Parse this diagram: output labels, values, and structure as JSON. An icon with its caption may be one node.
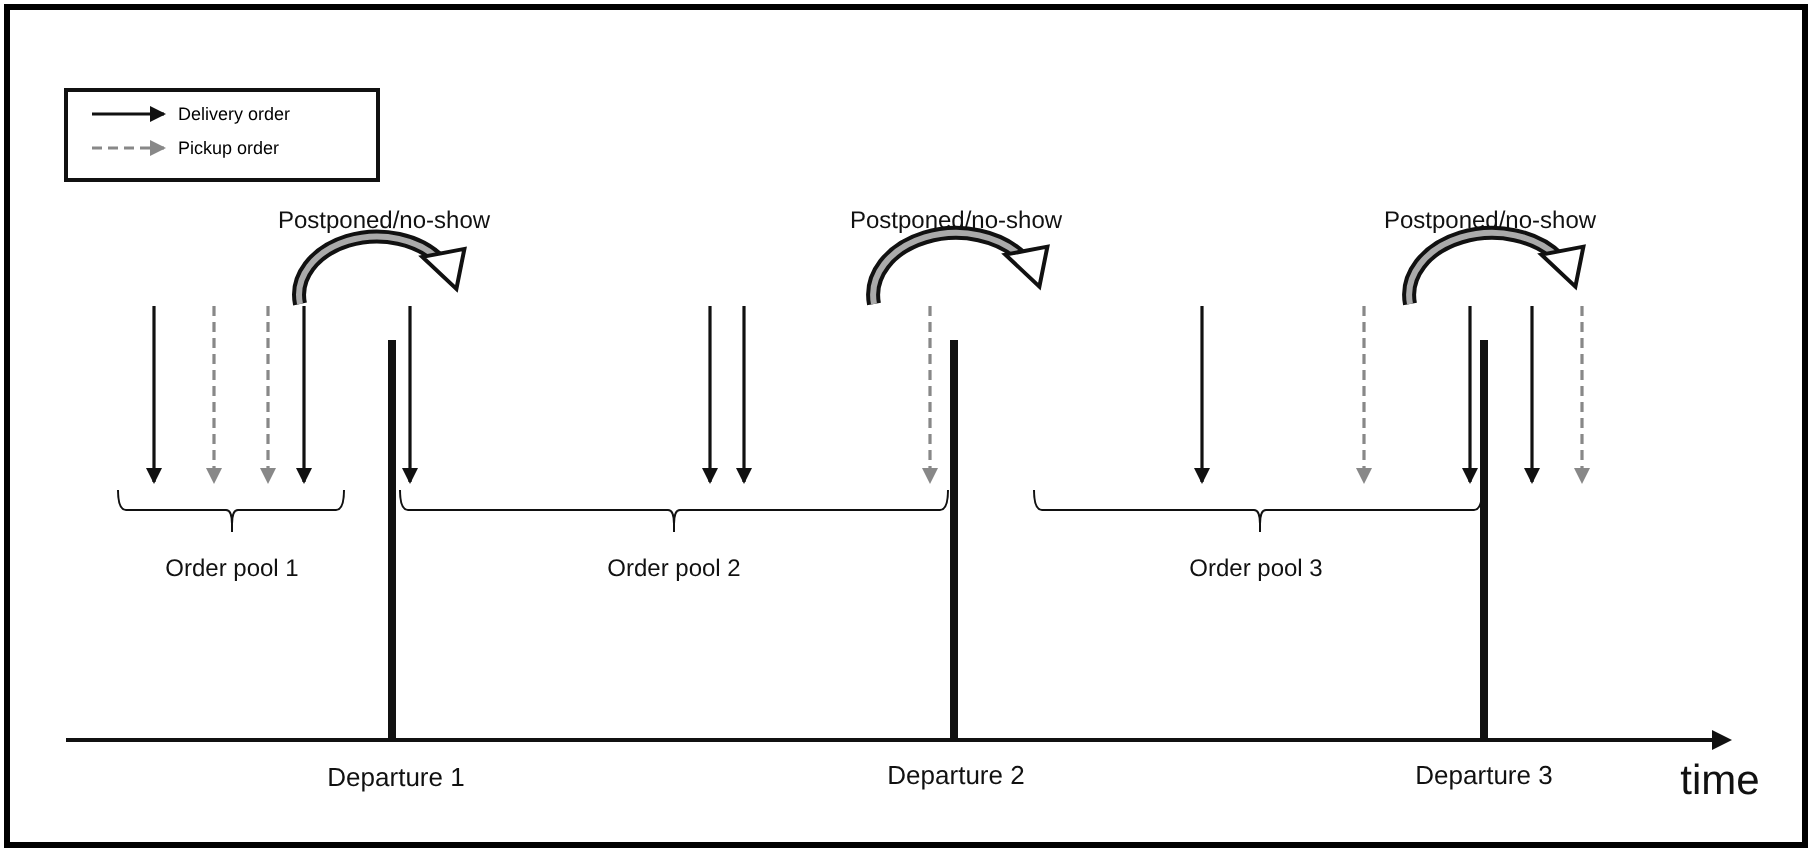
{
  "diagram": {
    "labels": [
      "Postponed/no-show",
      "Postponed/no-show",
      "Postponed/no-show",
      "Order pool 1",
      "Order pool 2",
      "Order pool 3",
      "Departure 1",
      "Departure 2",
      "Departure 3",
      "time"
    ],
    "legend": [
      {
        "text": "Delivery order"
      },
      {
        "text": "Pickup order"
      }
    ]
  }
}
